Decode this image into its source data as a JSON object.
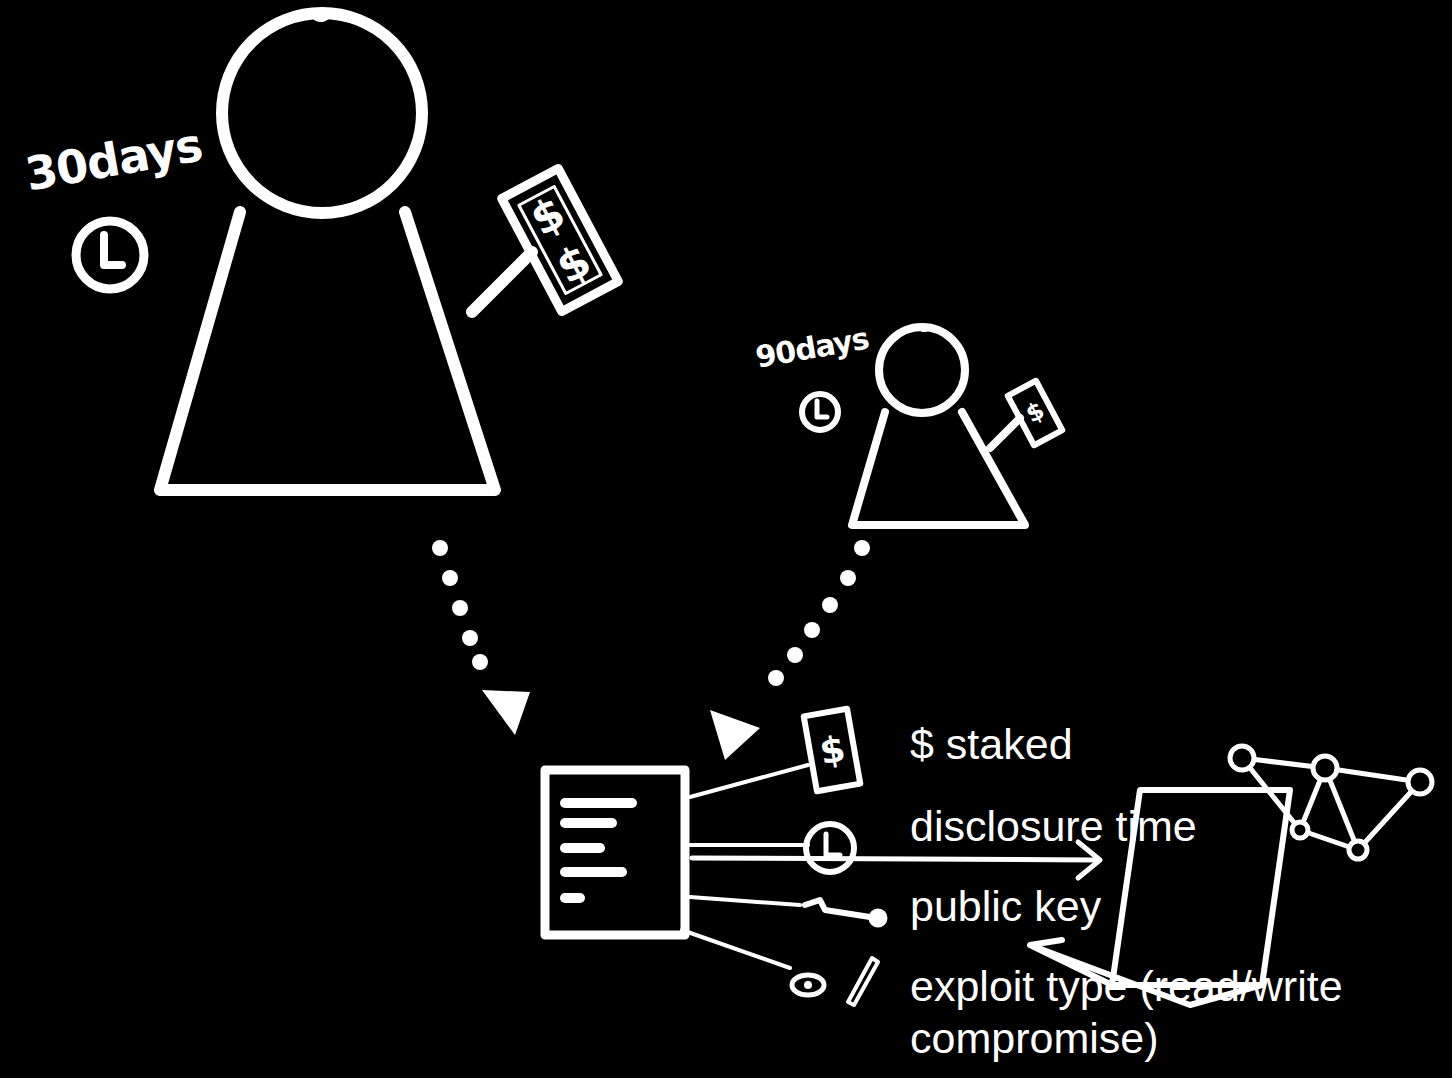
{
  "diagram": {
    "labels": [
      "30days",
      "$",
      "$",
      "90days",
      "$",
      "$",
      "$ staked",
      "disclosure time",
      "public key",
      "exploit type (read/write compromise)"
    ]
  }
}
